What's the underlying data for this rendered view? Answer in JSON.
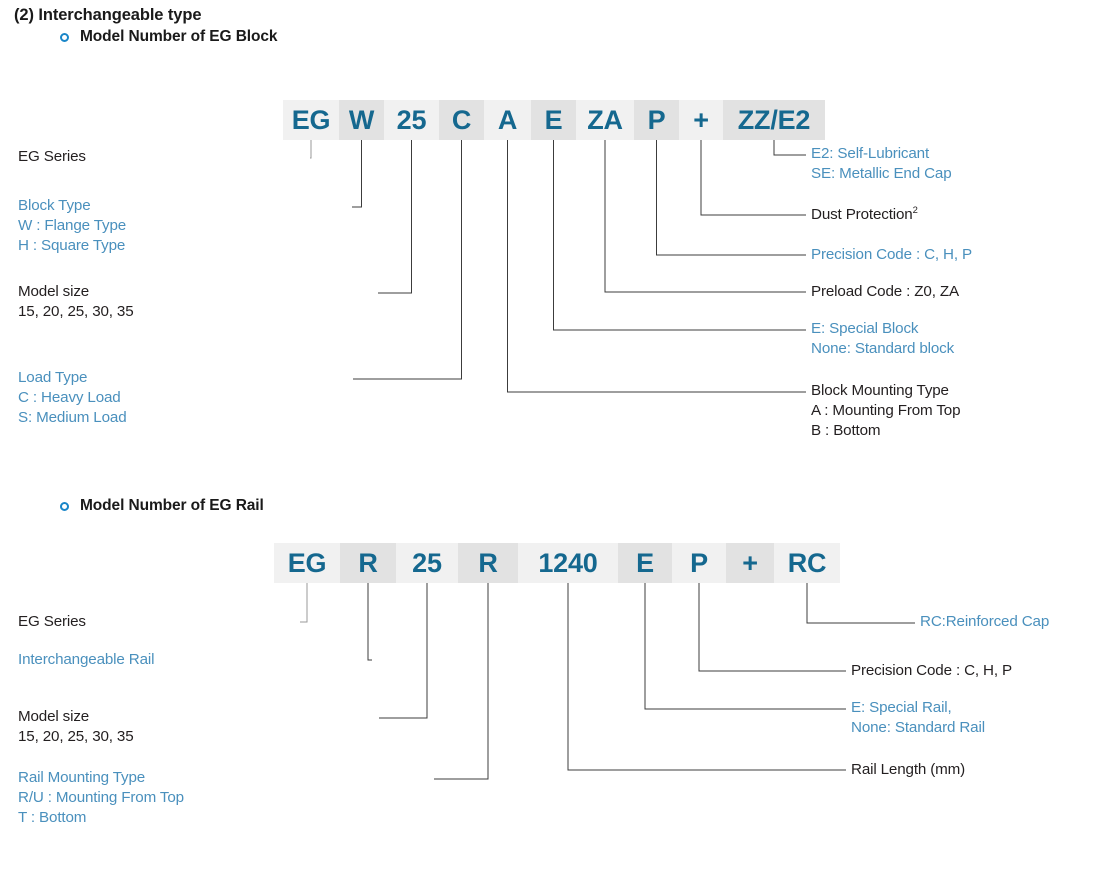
{
  "document": {
    "section_title": "(2) Interchangeable type",
    "accent_blue": "#1a86c8",
    "label_blue": "#4a90bd",
    "code_blue": "#15688f",
    "dark_text": "#231f20",
    "token_shade_light": "#f1f1f1",
    "token_shade_dark": "#e2e2e2",
    "leader_color": "#3c3c3c",
    "leader_color_muted": "#9a9a9a"
  },
  "block_section": {
    "heading": "Model Number of EG Block",
    "bullet_icon": "hollow-circle-bullet",
    "tokens": [
      {
        "text": "EG",
        "shade": "a",
        "width": 56
      },
      {
        "text": "W",
        "shade": "b",
        "width": 45
      },
      {
        "text": "25",
        "shade": "a",
        "width": 55
      },
      {
        "text": "C",
        "shade": "b",
        "width": 45
      },
      {
        "text": "A",
        "shade": "a",
        "width": 47
      },
      {
        "text": "E",
        "shade": "b",
        "width": 45
      },
      {
        "text": "ZA",
        "shade": "a",
        "width": 58
      },
      {
        "text": "P",
        "shade": "b",
        "width": 45
      },
      {
        "text": "+",
        "shade": "a",
        "width": 44
      },
      {
        "text": "ZZ/E2",
        "shade": "b",
        "width": 102
      }
    ],
    "left_callouts": [
      {
        "name": "eg-series",
        "lines": [
          {
            "t": "EG Series",
            "c": "dark"
          }
        ]
      },
      {
        "name": "block-type",
        "lines": [
          {
            "t": "Block Type",
            "c": "blue"
          },
          {
            "t": "W : Flange Type",
            "c": "blue"
          },
          {
            "t": "H : Square Type",
            "c": "blue"
          }
        ]
      },
      {
        "name": "model-size",
        "lines": [
          {
            "t": "Model size",
            "c": "dark"
          },
          {
            "t": "15, 20, 25, 30, 35",
            "c": "dark"
          }
        ]
      },
      {
        "name": "load-type",
        "lines": [
          {
            "t": "Load Type",
            "c": "blue"
          },
          {
            "t": "C : Heavy Load",
            "c": "blue"
          },
          {
            "t": "S: Medium Load",
            "c": "blue"
          }
        ]
      }
    ],
    "right_callouts": [
      {
        "name": "self-lubricant",
        "lines": [
          {
            "t": "E2: Self-Lubricant",
            "c": "blue"
          },
          {
            "t": "SE: Metallic End Cap",
            "c": "blue"
          }
        ]
      },
      {
        "name": "dust-protection",
        "lines": [
          {
            "t": "Dust Protection",
            "c": "dark",
            "sup": "2"
          }
        ]
      },
      {
        "name": "precision-code",
        "lines": [
          {
            "t": "Precision Code : C, H, P",
            "c": "blue"
          }
        ]
      },
      {
        "name": "preload-code",
        "lines": [
          {
            "t": "Preload Code : Z0, ZA",
            "c": "dark"
          }
        ]
      },
      {
        "name": "special-block",
        "lines": [
          {
            "t": "E: Special Block",
            "c": "blue"
          },
          {
            "t": "None: Standard block",
            "c": "blue"
          }
        ]
      },
      {
        "name": "block-mounting-type",
        "lines": [
          {
            "t": "Block Mounting Type",
            "c": "dark"
          },
          {
            "t": "A : Mounting From Top",
            "c": "dark"
          },
          {
            "t": "B : Bottom",
            "c": "dark"
          }
        ]
      }
    ]
  },
  "rail_section": {
    "heading": "Model Number of EG Rail",
    "bullet_icon": "hollow-circle-bullet",
    "tokens": [
      {
        "text": "EG",
        "shade": "a",
        "width": 66
      },
      {
        "text": "R",
        "shade": "b",
        "width": 56
      },
      {
        "text": "25",
        "shade": "a",
        "width": 62
      },
      {
        "text": "R",
        "shade": "b",
        "width": 60
      },
      {
        "text": "1240",
        "shade": "a",
        "width": 100
      },
      {
        "text": "E",
        "shade": "b",
        "width": 54
      },
      {
        "text": "P",
        "shade": "a",
        "width": 54
      },
      {
        "text": "+",
        "shade": "b",
        "width": 48
      },
      {
        "text": "RC",
        "shade": "a",
        "width": 66
      }
    ],
    "left_callouts": [
      {
        "name": "eg-series",
        "lines": [
          {
            "t": "EG Series",
            "c": "dark"
          }
        ]
      },
      {
        "name": "interchangeable-rail",
        "lines": [
          {
            "t": "Interchangeable Rail",
            "c": "blue"
          }
        ]
      },
      {
        "name": "model-size",
        "lines": [
          {
            "t": "Model size",
            "c": "dark"
          },
          {
            "t": "15, 20, 25, 30, 35",
            "c": "dark"
          }
        ]
      },
      {
        "name": "rail-mounting-type",
        "lines": [
          {
            "t": "Rail Mounting Type",
            "c": "blue"
          },
          {
            "t": "R/U : Mounting From Top",
            "c": "blue"
          },
          {
            "t": "T : Bottom",
            "c": "blue"
          }
        ]
      }
    ],
    "right_callouts": [
      {
        "name": "reinforced-cap",
        "lines": [
          {
            "t": "RC:Reinforced Cap",
            "c": "blue"
          }
        ]
      },
      {
        "name": "precision-code",
        "lines": [
          {
            "t": "Precision Code : C, H, P",
            "c": "dark"
          }
        ]
      },
      {
        "name": "special-rail",
        "lines": [
          {
            "t": "E: Special Rail,",
            "c": "blue"
          },
          {
            "t": "None: Standard Rail",
            "c": "blue"
          }
        ]
      },
      {
        "name": "rail-length",
        "lines": [
          {
            "t": "Rail Length (mm)",
            "c": "dark"
          }
        ]
      }
    ]
  }
}
